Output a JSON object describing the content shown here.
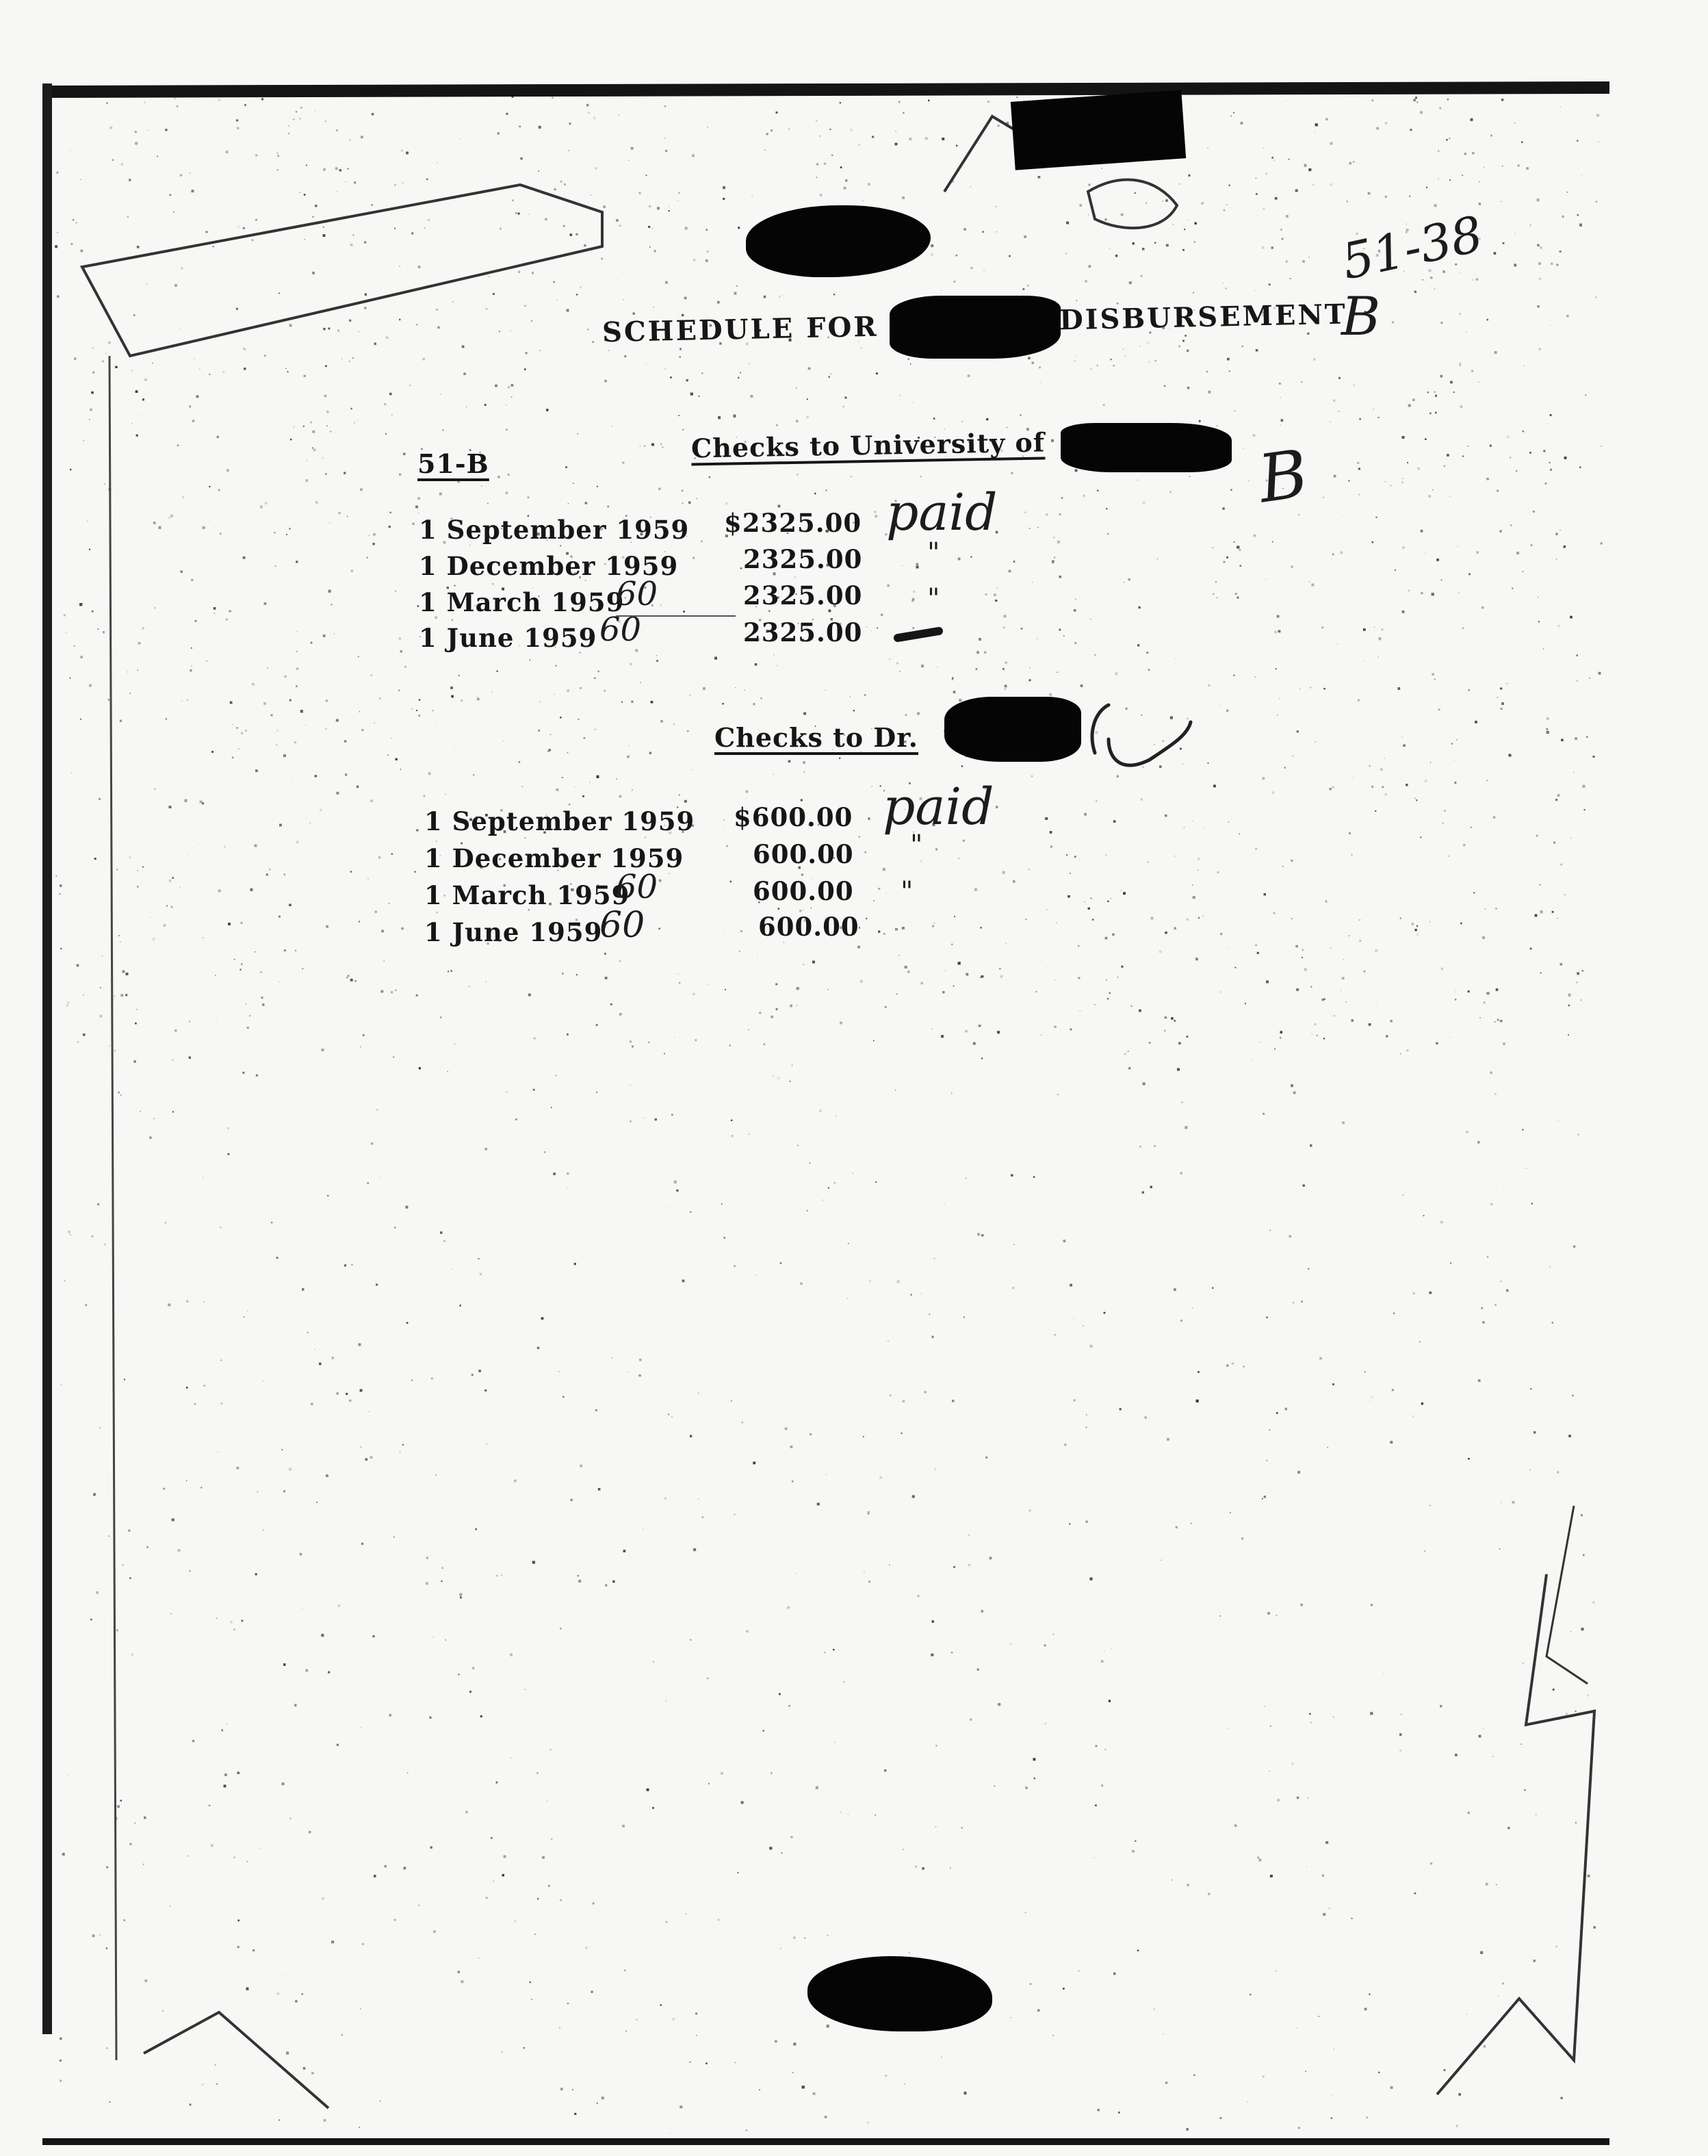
{
  "heading": {
    "left": "SCHEDULE FOR",
    "right": "DISBURSEMENT",
    "mark": "B"
  },
  "corner_note": "51-38",
  "section_university": {
    "code": "51-B",
    "title": "Checks to University of",
    "mark": "B",
    "rows": [
      {
        "date": "1 September 1959",
        "amount": "$2325.00",
        "note": "paid"
      },
      {
        "date": "1 December 1959",
        "amount": "2325.00",
        "note": "\""
      },
      {
        "date": "1 March 1959",
        "correction": "60",
        "amount": "2325.00",
        "note": "\""
      },
      {
        "date": "1 June 1959",
        "correction": "60",
        "amount": "2325.00",
        "note": ""
      }
    ]
  },
  "section_doctor": {
    "title": "Checks to Dr.",
    "rows": [
      {
        "date": "1 September 1959",
        "amount": "$600.00",
        "note": "paid"
      },
      {
        "date": "1 December 1959",
        "amount": "600.00",
        "note": "\""
      },
      {
        "date": "1 March 1959",
        "correction": "60",
        "amount": "600.00",
        "note": "\""
      },
      {
        "date": "1 June 1959",
        "correction": "60",
        "amount": "600.00",
        "note": ""
      }
    ]
  }
}
